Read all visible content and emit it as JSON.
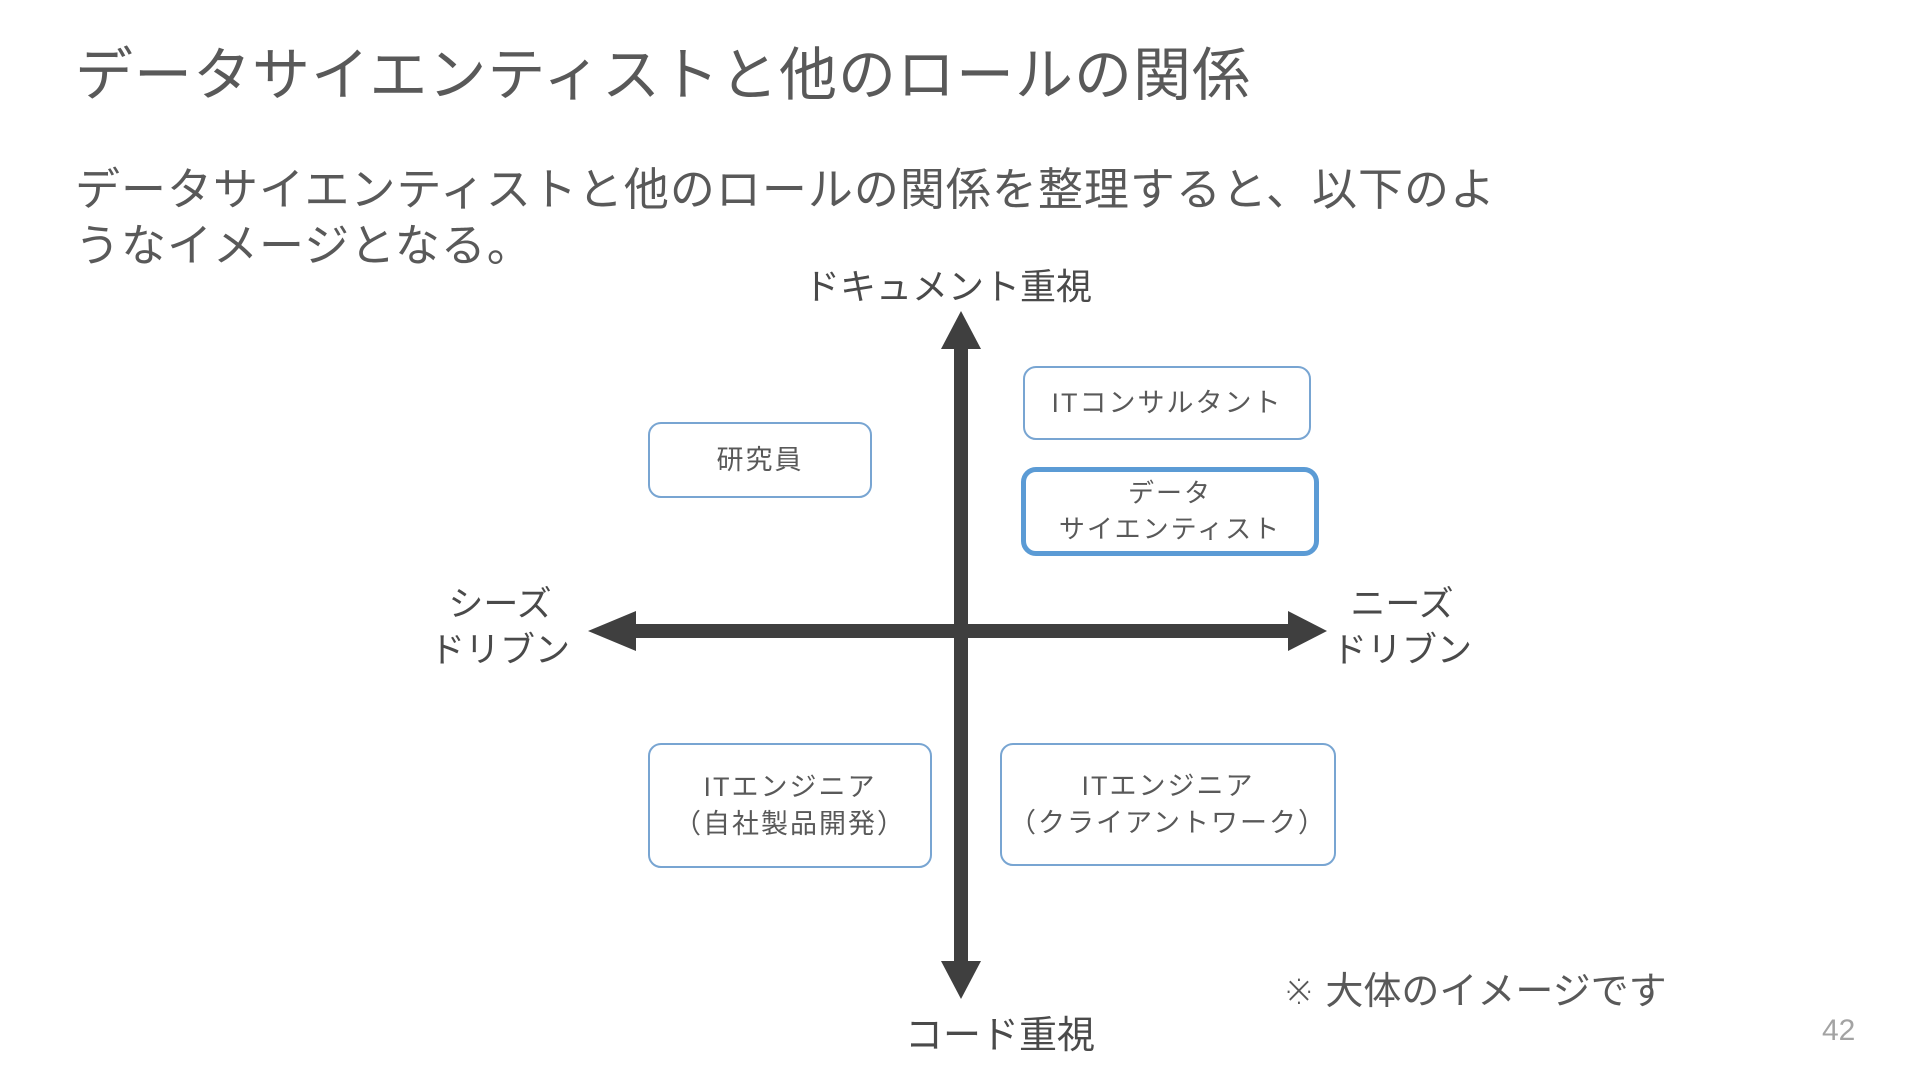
{
  "slide": {
    "title": "データサイエンティストと他のロールの関係",
    "body": [
      "データサイエンティストと他のロールの関係を整理すると、以下のよ",
      "うなイメージとなる。"
    ],
    "note": "※ 大体のイメージです",
    "page_number": "42"
  },
  "diagram": {
    "type": "quadrant",
    "axes": {
      "top": "ドキュメント重視",
      "bottom": "コード重視",
      "left": [
        "シーズ",
        "ドリブン"
      ],
      "right": [
        "ニーズ",
        "ドリブン"
      ]
    },
    "nodes": [
      {
        "id": "it-consultant",
        "quadrant": "top-right",
        "highlighted": false,
        "lines": [
          "ITコンサルタント"
        ]
      },
      {
        "id": "researcher",
        "quadrant": "top-left",
        "highlighted": false,
        "lines": [
          "研究員"
        ]
      },
      {
        "id": "data-scientist",
        "quadrant": "top-right",
        "highlighted": true,
        "lines": [
          "データ",
          "サイエンティスト"
        ]
      },
      {
        "id": "it-engineer-inhouse",
        "quadrant": "bottom-left",
        "highlighted": false,
        "lines": [
          "ITエンジニア",
          "（自社製品開発）"
        ]
      },
      {
        "id": "it-engineer-client",
        "quadrant": "bottom-right",
        "highlighted": false,
        "lines": [
          "ITエンジニア",
          "（クライアントワーク）"
        ]
      }
    ],
    "colors": {
      "box_border": "#78a5d2",
      "highlight_border": "#5b9bd5",
      "arrow": "#3f3f3f",
      "text": "#595959",
      "axis_text": "#4a4a4a",
      "page_number": "#a3a3a3"
    }
  }
}
